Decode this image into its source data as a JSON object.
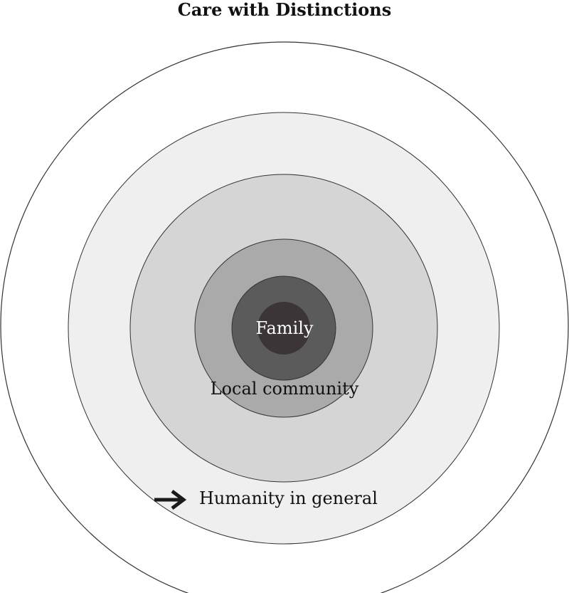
{
  "title": "Care with Distinctions",
  "labels": {
    "family": "Family",
    "local_community": "Local community",
    "humanity": "Humanity in general"
  },
  "icons": {
    "humanity_marker": "arrow-right-icon"
  },
  "colors": {
    "ring_outer": "#ffffff",
    "ring_2": "#efefef",
    "ring_3": "#d5d5d5",
    "ring_4": "#aaaaaa",
    "ring_5": "#5b5b5b",
    "core": "#3c3538",
    "stroke": "#333333"
  }
}
